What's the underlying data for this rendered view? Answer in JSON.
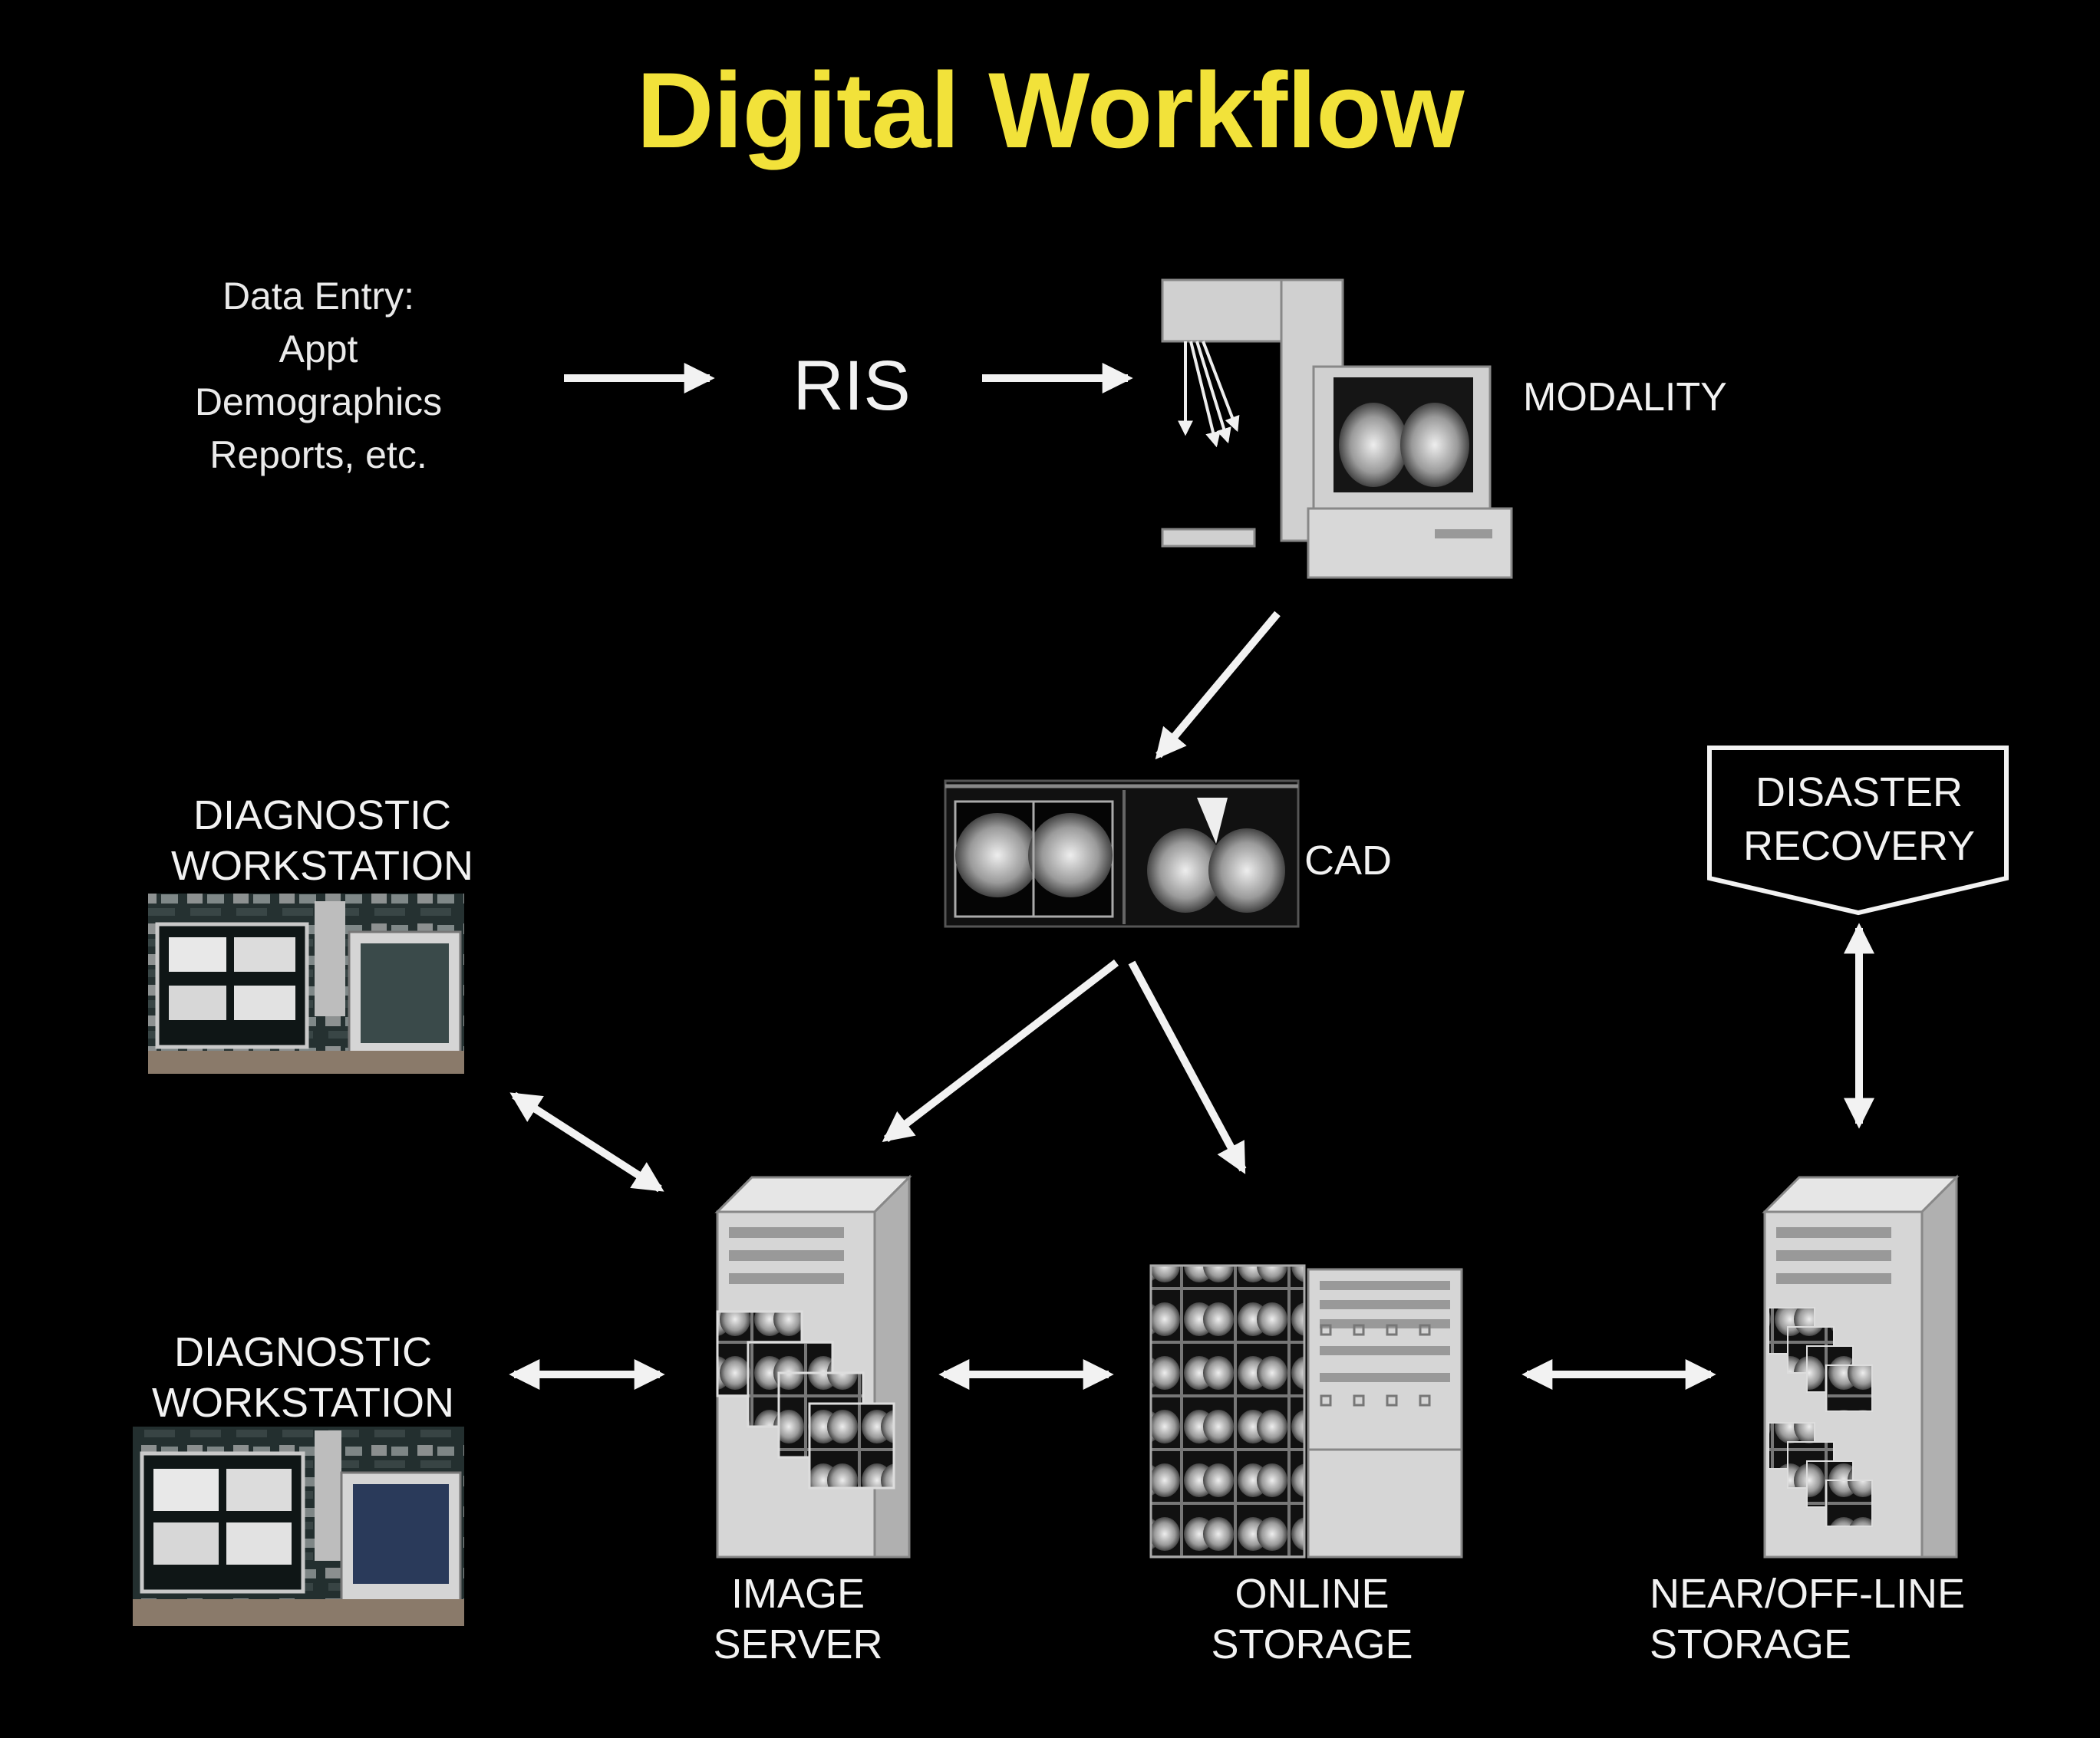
{
  "title": "Digital Workflow",
  "colors": {
    "background": "#000000",
    "title": "#f2e23a",
    "text": "#f2f2f2",
    "device": "#d9d9d9"
  },
  "data_entry": {
    "lines": [
      "Data Entry:",
      "Appt",
      "Demographics",
      "Reports, etc."
    ]
  },
  "ris": "RIS",
  "modality": "MODALITY",
  "cad": "CAD",
  "diagnostic_workstation_1": {
    "line1": "DIAGNOSTIC",
    "line2": "WORKSTATION"
  },
  "diagnostic_workstation_2": {
    "line1": "DIAGNOSTIC",
    "line2": "WORKSTATION"
  },
  "image_server": {
    "line1": "IMAGE",
    "line2": "SERVER"
  },
  "online_storage": {
    "line1": "ONLINE",
    "line2": "STORAGE"
  },
  "near_offline_storage": {
    "line1": "NEAR/OFF-LINE",
    "line2": "STORAGE"
  },
  "disaster_recovery": {
    "line1": "DISASTER",
    "line2": "RECOVERY"
  }
}
